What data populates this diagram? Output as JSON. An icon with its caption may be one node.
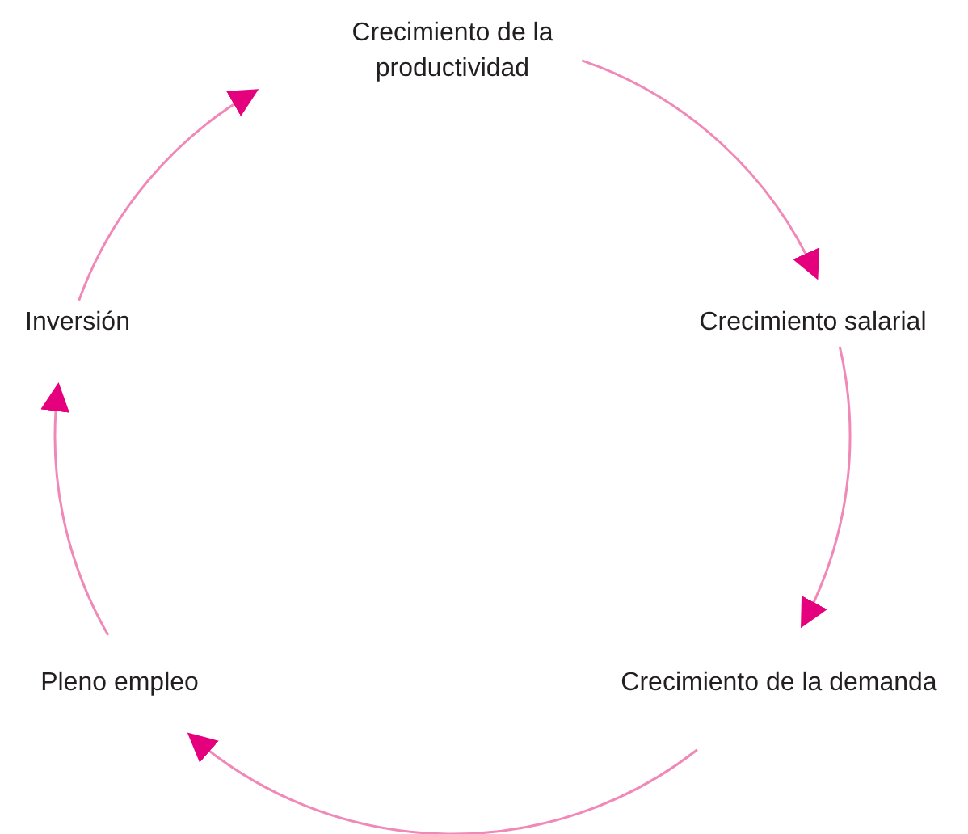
{
  "diagram": {
    "nodes": [
      {
        "text": [
          "Crecimiento de la productividad"
        ]
      },
      {
        "text": [
          "Crecimiento salarial"
        ]
      },
      {
        "text": [
          "Crecimiento de la demanda"
        ]
      },
      {
        "text": [
          "Pleno empleo"
        ]
      },
      {
        "text": [
          "Inversión"
        ]
      }
    ],
    "edges": [
      {
        "from": 0,
        "to": 1,
        "arrow": "to"
      },
      {
        "from": 1,
        "to": 2,
        "arrow": "to"
      },
      {
        "from": 2,
        "to": 3,
        "arrow": "to"
      },
      {
        "from": 3,
        "to": 4,
        "arrow": "to"
      },
      {
        "from": 4,
        "to": 0,
        "arrow": "to"
      }
    ]
  }
}
